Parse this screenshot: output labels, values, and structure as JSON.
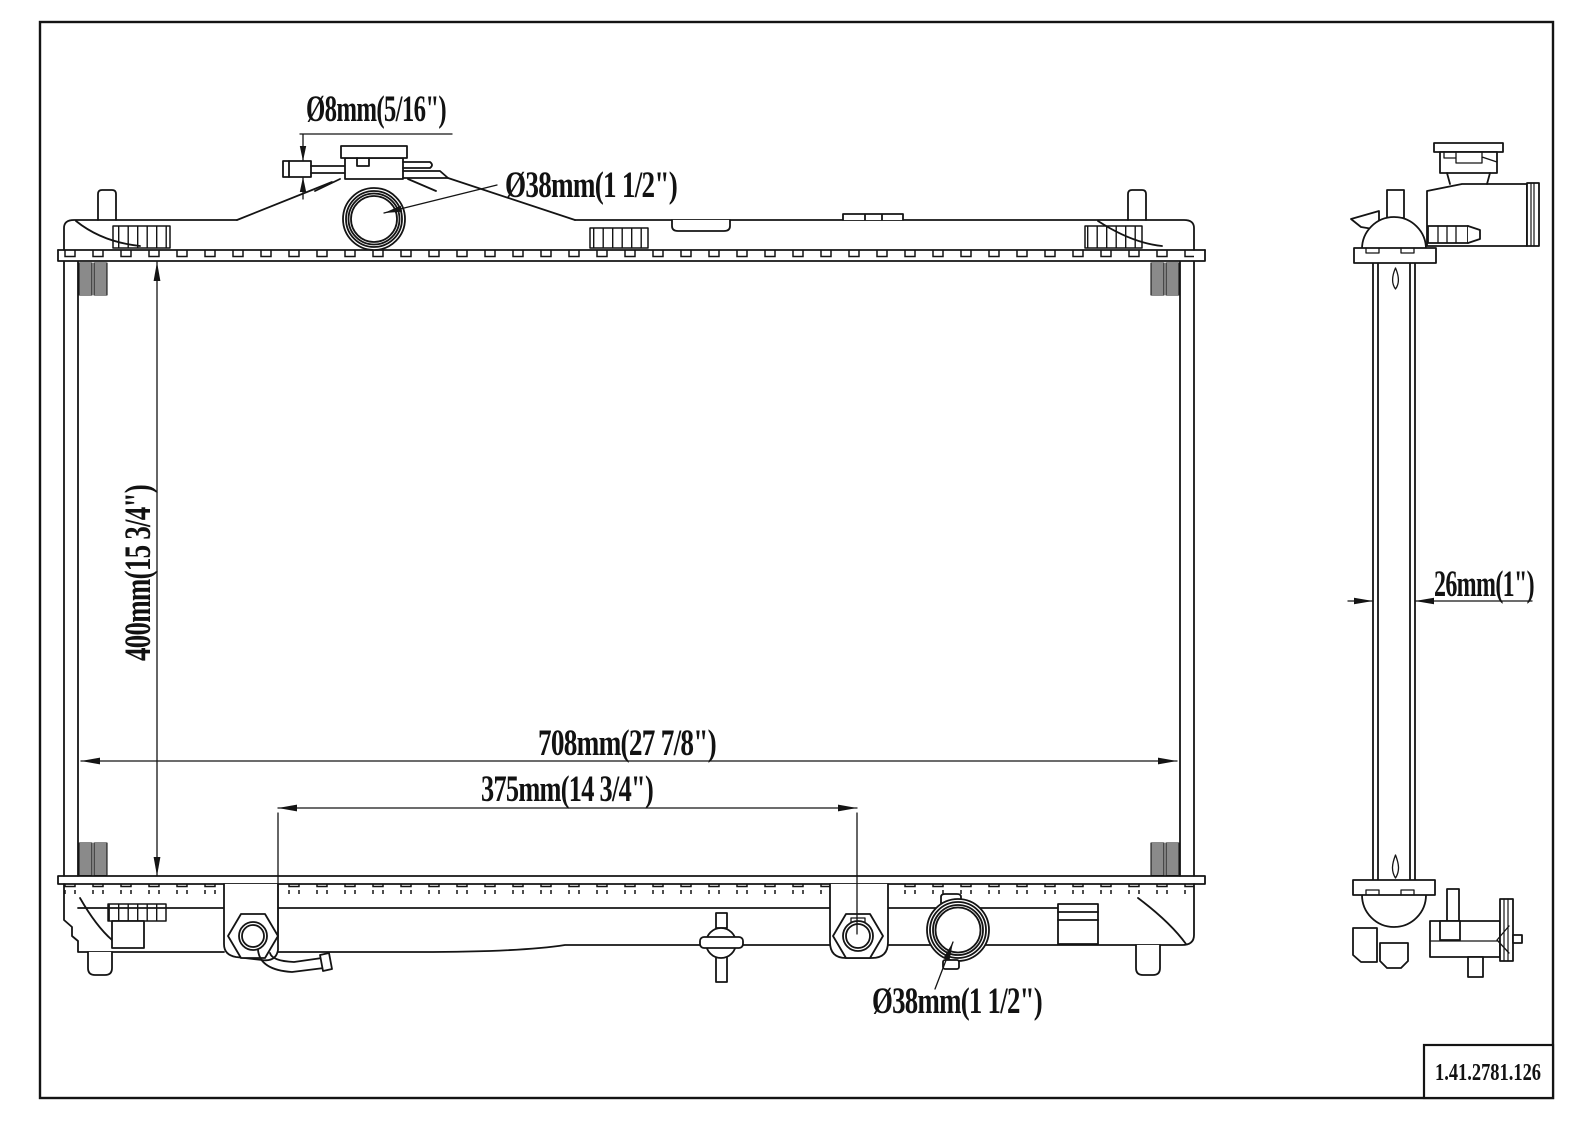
{
  "colors": {
    "background": "#ffffff",
    "line": "#141414"
  },
  "title_block": {
    "part_number": "1.41.2781.126"
  },
  "dimensions": {
    "overflow_tube": "Ø8mm(5/16\")",
    "inlet": "Ø38mm(1 1/2\")",
    "core_height": "400mm(15 3/4\")",
    "overall_width": "708mm(27 7/8\")",
    "fitting_span": "375mm(14 3/4\")",
    "outlet": "Ø38mm(1 1/2\")",
    "core_thickness": "26mm(1\")"
  }
}
